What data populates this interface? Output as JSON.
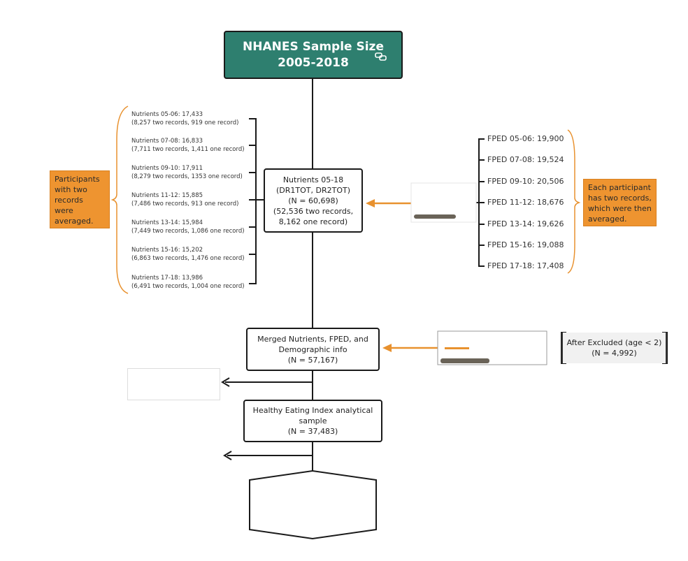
{
  "title": {
    "line1": "NHANES Sample Size",
    "line2": "2005-2018",
    "icon": "link-copy-icon"
  },
  "colors": {
    "title_bg": "#2e7f6f",
    "note_bg": "#ee9430",
    "arrow": "#e8912e",
    "line": "#1a1a1a"
  },
  "nutrients_breakdown": [
    {
      "label": "Nutrients 05-06: 17,433",
      "detail": "(8,257 two records, 919 one record)"
    },
    {
      "label": "Nutrients 07-08: 16,833",
      "detail": "(7,711 two records, 1,411 one record)"
    },
    {
      "label": "Nutrients 09-10: 17,911",
      "detail": "(8,279 two records, 1353 one record)"
    },
    {
      "label": "Nutrients 11-12: 15,885",
      "detail": "(7,486 two records, 913 one record)"
    },
    {
      "label": "Nutrients 13-14: 15,984",
      "detail": "(7,449 two records, 1,086 one record)"
    },
    {
      "label": "Nutrients 15-16: 15,202",
      "detail": "(6,863 two records, 1,476 one record)"
    },
    {
      "label": "Nutrients 17-18: 13,986",
      "detail": "(6,491 two records, 1,004 one record)"
    }
  ],
  "left_note": {
    "lines": [
      "Participants",
      "with two",
      "records",
      "were",
      "averaged."
    ]
  },
  "nutrients_box": {
    "lines": [
      "Nutrients 05-18",
      "(DR1TOT, DR2TOT)",
      "(N = 60,698)",
      "(52,536 two records,",
      "8,162 one record)"
    ]
  },
  "fped_items": [
    "FPED 05-06: 19,900",
    "FPED 07-08: 19,524",
    "FPED 09-10: 20,506",
    "FPED 11-12: 18,676",
    "FPED 13-14: 19,626",
    "FPED 15-16: 19,088",
    "FPED 17-18: 17,408"
  ],
  "right_note": {
    "lines": [
      "Each participant",
      "has two records,",
      "which were then",
      "averaged."
    ]
  },
  "merged_box": {
    "lines": [
      "Merged Nutrients, FPED, and",
      "Demographic info",
      "(N = 57,167)"
    ]
  },
  "excluded_box": {
    "lines": [
      "After Excluded (age < 2)",
      "(N = 4,992)"
    ]
  },
  "hei_box": {
    "lines": [
      "Healthy Eating Index analytical",
      "sample",
      "(N = 37,483)"
    ]
  }
}
